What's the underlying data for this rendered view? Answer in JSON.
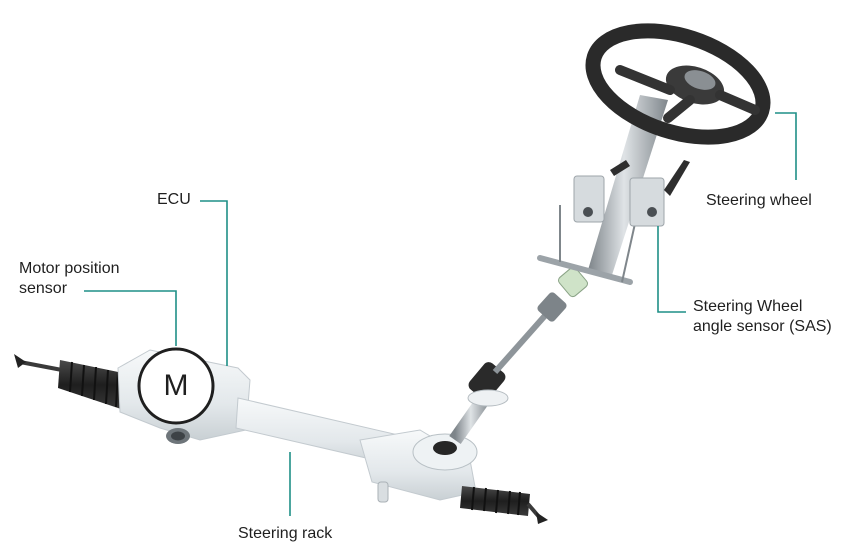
{
  "labels": {
    "ecu": "ECU",
    "motor_position_sensor_line1": "Motor position",
    "motor_position_sensor_line2": "sensor",
    "steering_wheel": "Steering wheel",
    "sas_line1": "Steering Wheel",
    "sas_line2": "angle sensor (SAS)",
    "steering_rack": "Steering rack"
  },
  "motor_symbol": "M",
  "colors": {
    "leader_line": "#1f8f87",
    "text": "#1f1f1f",
    "housing": "#e9eef1",
    "boot": "#2b2b2b",
    "shaft": "#a7adb2",
    "wheel_rim": "#2a2a2a"
  }
}
